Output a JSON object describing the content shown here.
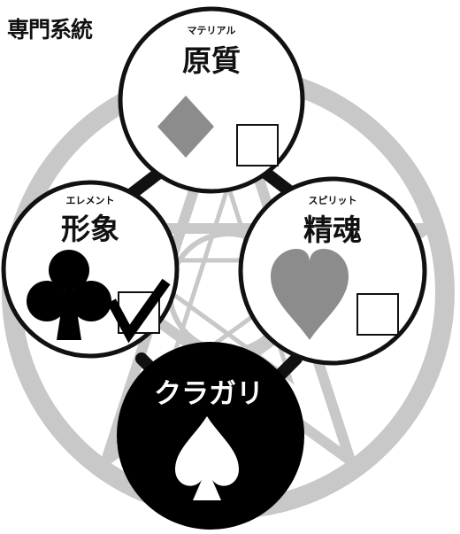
{
  "heading": "専門系統",
  "colors": {
    "ring_grey": "#c8c8c8",
    "symbol_grey": "#8c8c8c",
    "outline": "#111111",
    "fill_dark": "#000000",
    "background": "#ffffff"
  },
  "nodes": {
    "material": {
      "ruby": "マテリアル",
      "label": "原質",
      "suit": "diamond",
      "checked": false
    },
    "element": {
      "ruby": "エレメント",
      "label": "形象",
      "suit": "club",
      "checked": true
    },
    "spirit": {
      "ruby": "スピリット",
      "label": "精魂",
      "suit": "heart",
      "checked": false
    },
    "kuragari": {
      "label": "クラガリ",
      "suit": "spade"
    }
  }
}
